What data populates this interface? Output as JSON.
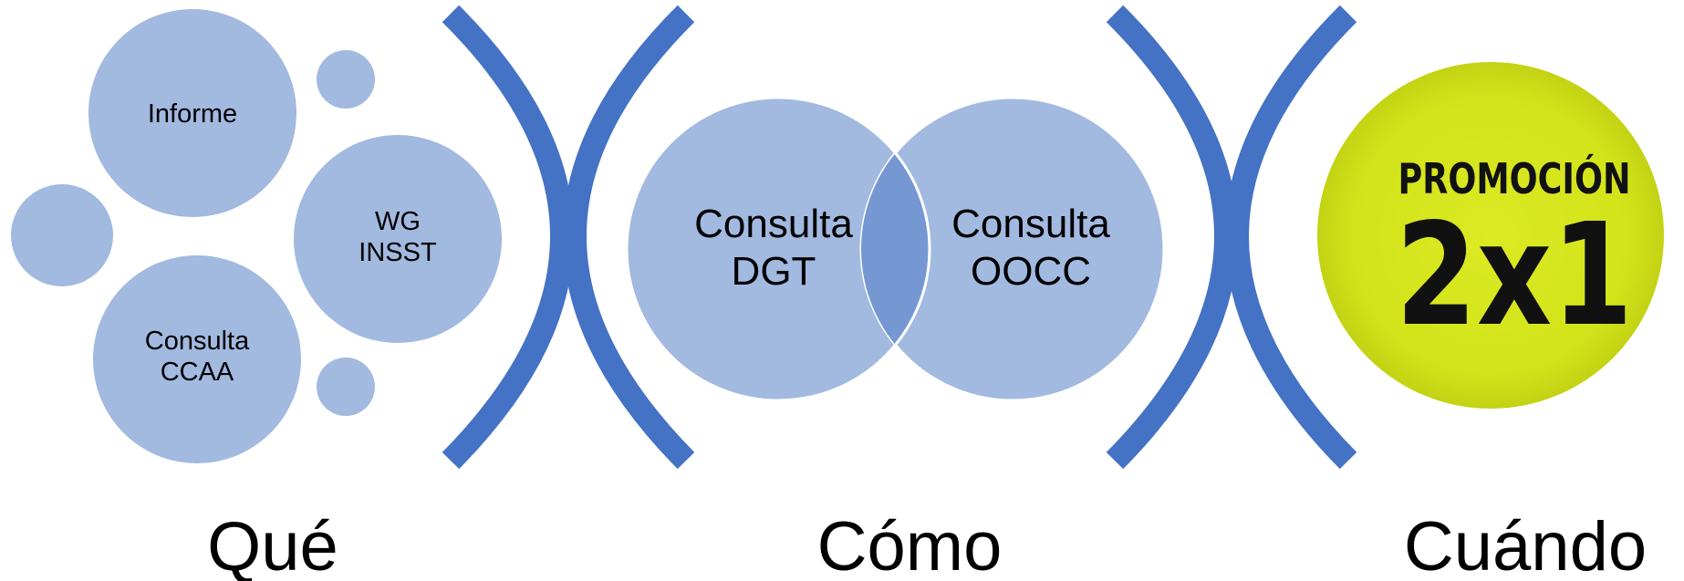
{
  "que": {
    "bubbles": [
      "Informe",
      "WG\nINSST",
      "Consulta\nCCAA"
    ],
    "heading": "Qué"
  },
  "como": {
    "left": "Consulta\nDGT",
    "right": "Consulta\nOOCC",
    "heading": "Cómo"
  },
  "cuando": {
    "badge_top": "PROMOCIÓN",
    "badge_main": "2x1",
    "heading": "Cuándo"
  },
  "colors": {
    "bubble": "#a2b9e0",
    "overlap": "#7598d3",
    "bracket": "#4472c4",
    "badge": "#d4e41b"
  }
}
